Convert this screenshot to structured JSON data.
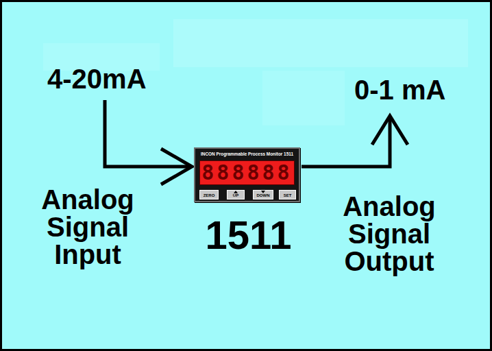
{
  "diagram": {
    "nodes": [
      {
        "text": [
          "INCON Programmable Process Monitor 1511",
          "1511"
        ]
      },
      {
        "text": [
          "888888"
        ],
        "in": 0
      },
      {
        "text": [
          "ZERO"
        ],
        "in": 0
      },
      {
        "text": [
          "UP"
        ],
        "in": 0
      },
      {
        "text": [
          "DOWN"
        ],
        "in": 0
      },
      {
        "text": [
          "SET"
        ],
        "in": 0
      }
    ],
    "labels": [
      "4-20mA",
      "Analog Signal Input",
      "0-1 mA",
      "Analog Signal Output"
    ]
  }
}
